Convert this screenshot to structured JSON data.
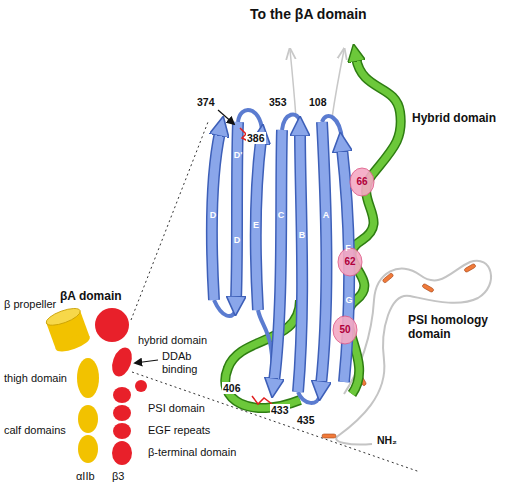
{
  "diagram": {
    "labels": [
      "To the βA domain",
      "374",
      "386",
      "353",
      "108",
      "D'",
      "D",
      "D",
      "E",
      "C",
      "B",
      "A",
      "F",
      "G",
      "Hybrid domain",
      "66",
      "62",
      "50",
      "PSI homology domain",
      "406",
      "433",
      "435",
      "NH₂",
      "βA domain",
      "β propeller",
      "hybrid domain",
      "DDAb binding",
      "PSI domain",
      "thigh domain",
      "EGF repeats",
      "calf domains",
      "β-terminal domain",
      "αIIb",
      "β3"
    ]
  }
}
